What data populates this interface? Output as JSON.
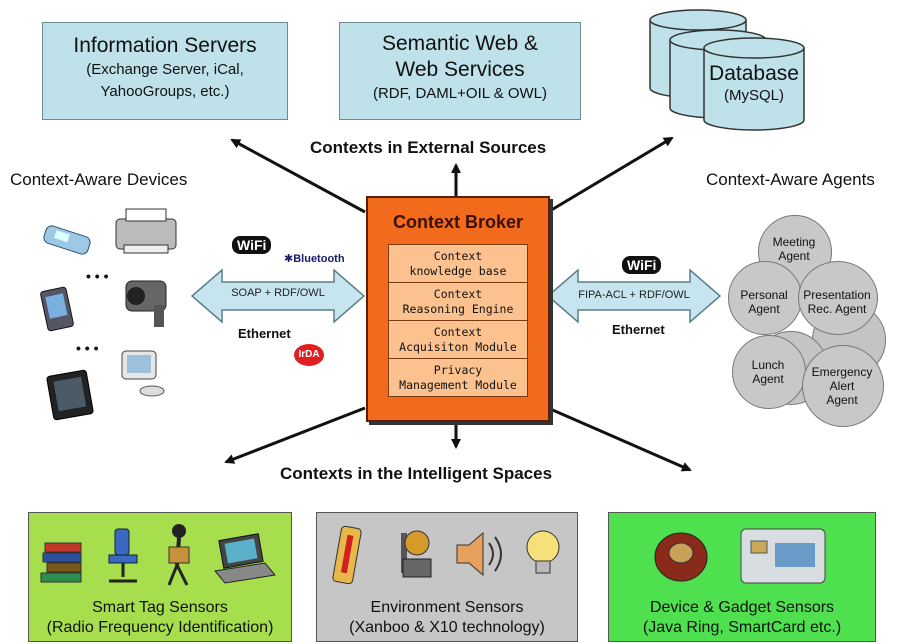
{
  "external_sources": {
    "info_servers": {
      "title": "Information Servers",
      "sub1": "(Exchange Server, iCal,",
      "sub2": "YahooGroups, etc.)"
    },
    "semantic_web": {
      "title1": "Semantic Web &",
      "title2": "Web Services",
      "sub": "(RDF, DAML+OIL & OWL)"
    },
    "database": {
      "title": "Database",
      "sub": "(MySQL)"
    },
    "heading": "Contexts in External Sources"
  },
  "devices_label": "Context-Aware Devices",
  "agents_label": "Context-Aware Agents",
  "left_link": {
    "wifi": "WiFi",
    "bluetooth": "Bluetooth",
    "protocol": "SOAP + RDF/OWL",
    "ethernet": "Ethernet",
    "irda": "IrDA"
  },
  "right_link": {
    "wifi": "WiFi",
    "protocol": "FIPA-ACL + RDF/OWL",
    "ethernet": "Ethernet"
  },
  "device_dots": [
    "• • •",
    "• • •"
  ],
  "broker": {
    "title": "Context Broker",
    "modules": [
      {
        "line1": "Context",
        "line2": "knowledge base"
      },
      {
        "line1": "Context",
        "line2": "Reasoning Engine"
      },
      {
        "line1": "Context",
        "line2": "Acquisiton Module"
      },
      {
        "line1": "Privacy",
        "line2": "Management Module"
      }
    ]
  },
  "agents": [
    {
      "line1": "Meeting",
      "line2": "Agent",
      "line3": ""
    },
    {
      "line1": "Personal",
      "line2": "Agent",
      "line3": ""
    },
    {
      "line1": "Presentation",
      "line2": "Rec. Agent",
      "line3": ""
    },
    {
      "line1": "Lunch",
      "line2": "Agent",
      "line3": ""
    },
    {
      "line1": "Emergency",
      "line2": "Alert",
      "line3": "Agent"
    }
  ],
  "intelligent_spaces_heading": "Contexts in the Intelligent Spaces",
  "sensors": [
    {
      "title": "Smart Tag Sensors",
      "sub": "(Radio Frequency Identification)",
      "color": "#a6de4e"
    },
    {
      "title": "Environment Sensors",
      "sub": "(Xanboo & X10 technology)",
      "color": "#c6c6c6"
    },
    {
      "title": "Device & Gadget Sensors",
      "sub": "(Java Ring, SmartCard etc.)",
      "color": "#4fe04f"
    }
  ]
}
